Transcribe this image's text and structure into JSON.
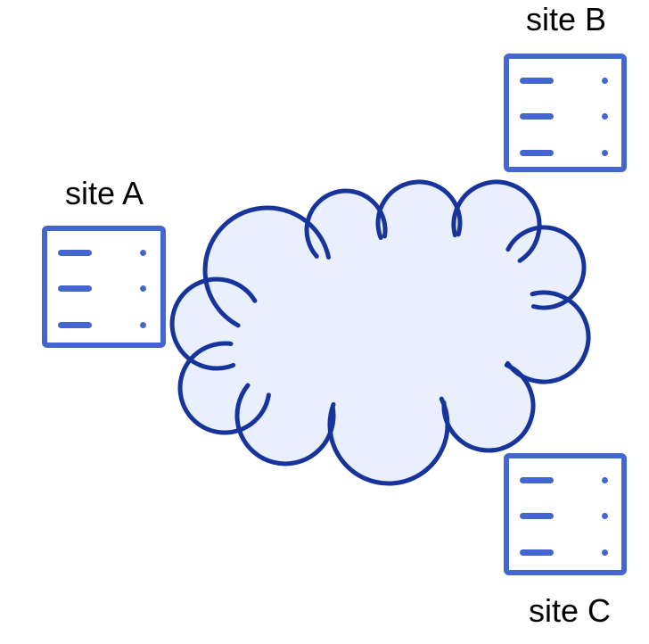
{
  "diagram": {
    "sites": [
      {
        "id": "A",
        "label": "site A",
        "icon": "server-list-icon"
      },
      {
        "id": "B",
        "label": "site B",
        "icon": "server-list-icon"
      },
      {
        "id": "C",
        "label": "site C",
        "icon": "server-list-icon"
      }
    ],
    "cloud": {
      "name": "network-cloud"
    },
    "colors": {
      "node_blue": "#4466CF",
      "cloud_stroke": "#16349C",
      "cloud_fill": "#E9EFFC",
      "label_color": "#000000",
      "background": "#FFFFFF"
    }
  }
}
